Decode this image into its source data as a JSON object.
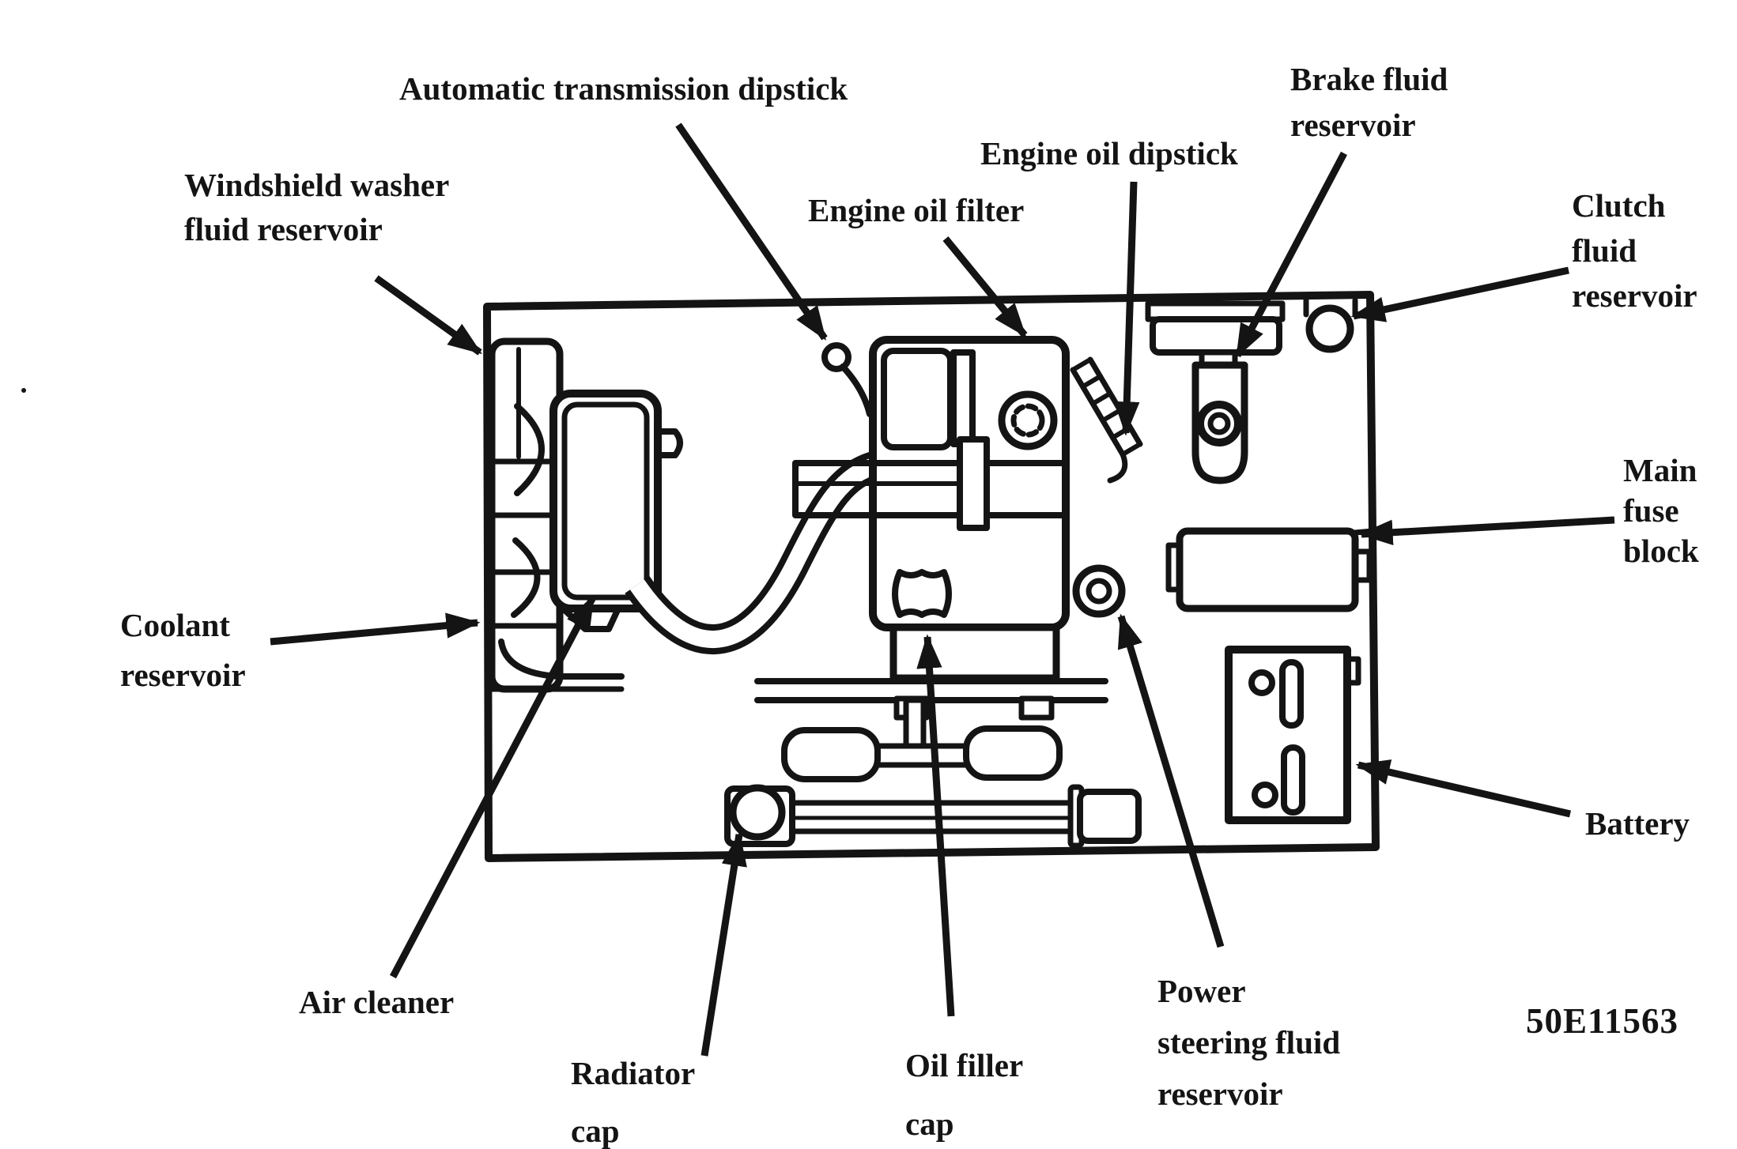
{
  "figure": {
    "type": "engine-compartment-component-location-diagram",
    "code": "50E11563",
    "ink_color": "#141414",
    "paper_color": "#ffffff",
    "labels": {
      "automatic_transmission_dipstick": {
        "lines": [
          "Automatic transmission dipstick"
        ]
      },
      "windshield_washer_fluid_reservoir": {
        "lines": [
          "Windshield washer",
          "fluid reservoir"
        ]
      },
      "engine_oil_filter": {
        "lines": [
          "Engine oil filter"
        ]
      },
      "engine_oil_dipstick": {
        "lines": [
          "Engine oil dipstick"
        ]
      },
      "brake_fluid_reservoir": {
        "lines": [
          "Brake fluid",
          "reservoir"
        ]
      },
      "clutch_fluid_reservoir": {
        "lines": [
          "Clutch",
          "fluid",
          "reservoir"
        ]
      },
      "main_fuse_block": {
        "lines": [
          "Main",
          "fuse",
          "block"
        ]
      },
      "coolant_reservoir": {
        "lines": [
          "Coolant",
          "reservoir"
        ]
      },
      "air_cleaner": {
        "lines": [
          "Air cleaner"
        ]
      },
      "radiator_cap": {
        "lines": [
          "Radiator",
          "cap"
        ]
      },
      "oil_filler_cap": {
        "lines": [
          "Oil filler",
          "cap"
        ]
      },
      "power_steering_fluid_reservoir": {
        "lines": [
          "Power",
          "steering fluid",
          "reservoir"
        ]
      },
      "battery": {
        "lines": [
          "Battery"
        ]
      }
    }
  }
}
